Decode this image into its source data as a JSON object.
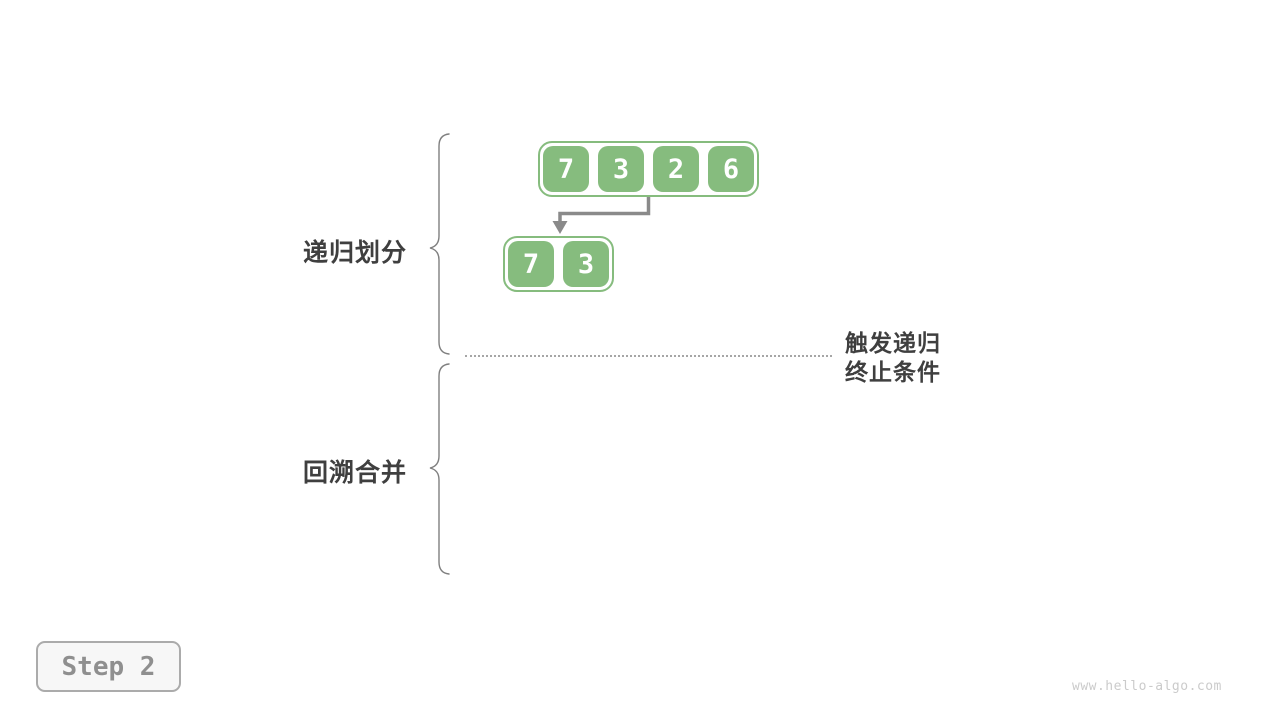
{
  "diagram": {
    "title_context": "merge sort recursion diagram",
    "top_array": {
      "values": [
        7,
        3,
        2,
        6
      ]
    },
    "sub_array": {
      "values": [
        7,
        3
      ]
    },
    "labels": {
      "divide": "递归划分",
      "merge": "回溯合并"
    },
    "annotation": {
      "line1": "触发递归",
      "line2": "终止条件"
    }
  },
  "step_badge": {
    "label": "Step 2"
  },
  "footer": {
    "watermark": "www.hello-algo.com"
  },
  "colors": {
    "cell_green": "#86BC7E",
    "cell_text": "#FFFFFF",
    "arrow_gray": "#8A8A8A",
    "brace_gray": "#7F7F7F",
    "label_dark": "#3F3F3F",
    "dotted_gray": "#A6A6A6",
    "step_text": "#8F8F8F",
    "step_border": "#ABABAB",
    "step_background": "#F7F7F7",
    "watermark_gray": "#CBCBCB"
  }
}
